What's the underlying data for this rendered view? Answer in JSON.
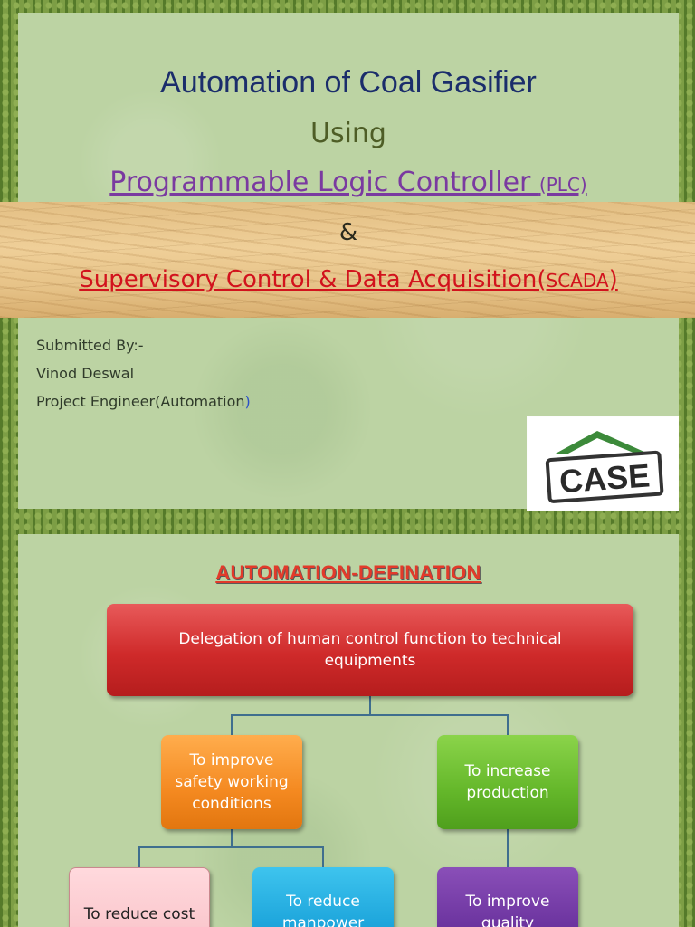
{
  "slide1": {
    "title": "Automation of Coal Gasifier",
    "using": "Using",
    "plc_main": "Programmable Logic Controller ",
    "plc_abbr": "(PLC)",
    "ampersand": "&",
    "scada_main": "Supervisory Control & Data Acquisition(",
    "scada_abbr": "SCADA",
    "scada_close": ")",
    "submitted_by": "Submitted By:-",
    "author_name": "Vinod Deswal",
    "author_role": "Project Engineer(Automation",
    "author_role_close": ")",
    "logo_text": "CASE"
  },
  "slide2": {
    "title": "AUTOMATION-DEFINATION",
    "main_box": "Delegation of human control function to technical equipments",
    "box_safety": "To improve safety working conditions",
    "box_production": "To increase production",
    "box_cost": "To reduce cost",
    "box_manpower": "To reduce manpower",
    "box_quality": "To improve quality"
  },
  "colors": {
    "title": "#1b2d6b",
    "plc": "#7a3aa0",
    "scada": "#d2131d",
    "def_title": "#e23a2a",
    "main_box": "#cf2a2a",
    "safety_box": "#f48920",
    "production_box": "#64b72a",
    "cost_box": "#f8bfc5",
    "manpower_box": "#1ea6dc",
    "quality_box": "#6d35a0",
    "connector": "#3f6e8e"
  },
  "icons": {
    "logo": "case-logo-house-roof-icon"
  }
}
